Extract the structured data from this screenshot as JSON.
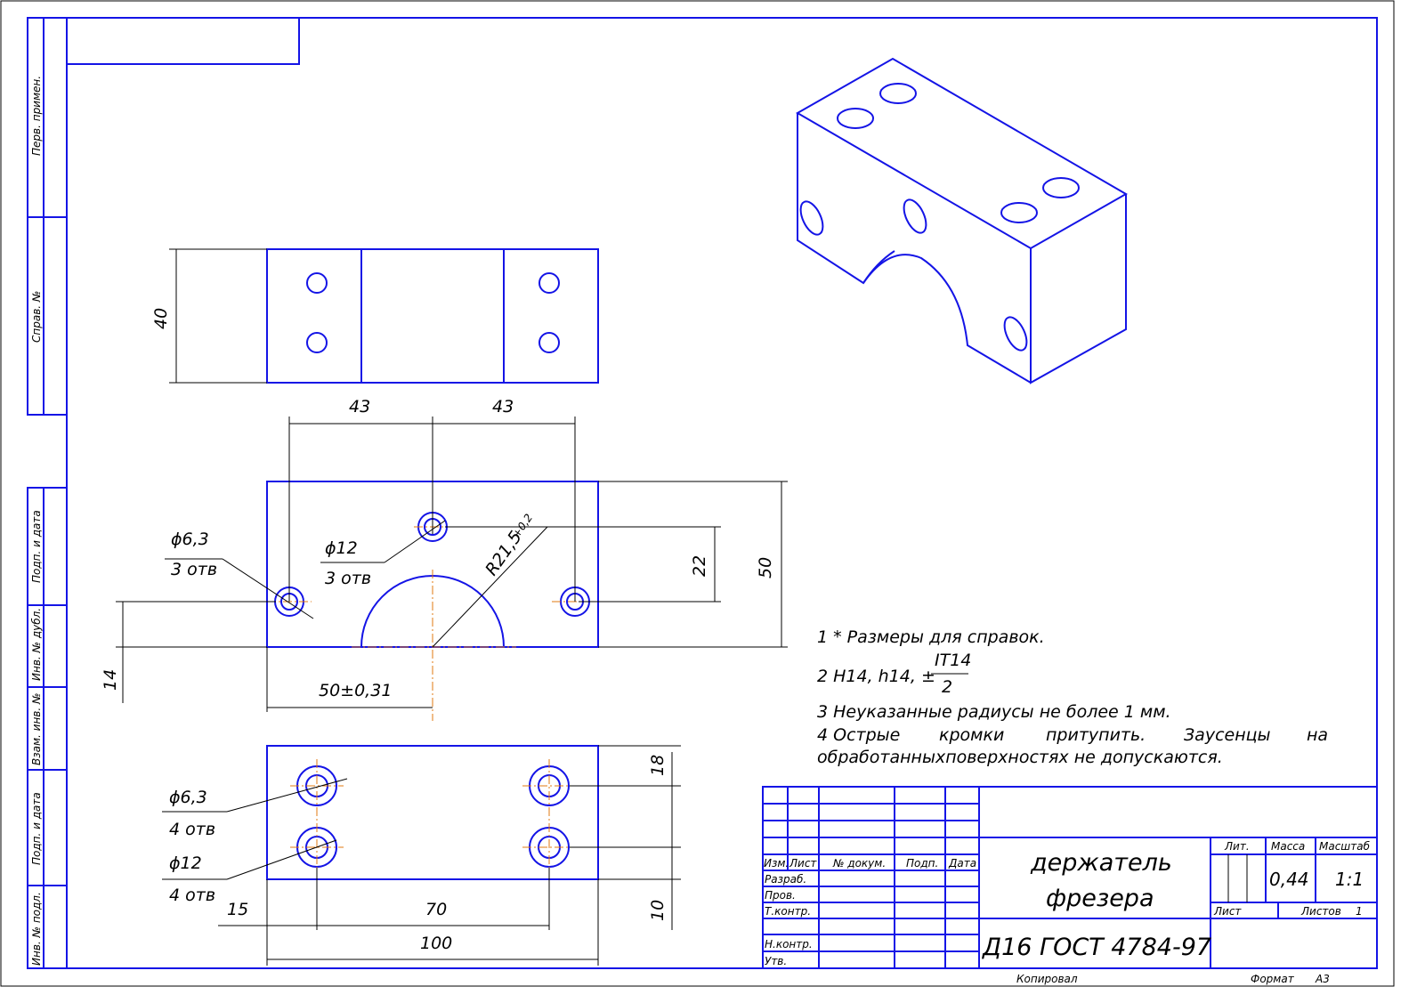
{
  "colors": {
    "line": "#1414e6",
    "center": "#e07a10",
    "text": "#000000"
  },
  "stamps": [
    "Перв. примен.",
    "Справ. №",
    "Подп. и дата",
    "Инв. № дубл.",
    "Взам. инв. №",
    "Подп. и дата",
    "Инв. № подл."
  ],
  "dims": {
    "top_height": "40",
    "spacing_left": "43",
    "spacing_right": "43",
    "hole_small": "ϕ6,3",
    "hole_small_qty": "3 отв",
    "hole_large": "ϕ12",
    "hole_large_qty": "3 отв",
    "radius": "R21,5",
    "radius_tol": "+0,2",
    "height": "50",
    "hole_offset": "22",
    "bottom_offset": "14",
    "center_pos": "50±0,31",
    "b_hole_small": "ϕ6,3",
    "b_hole_small_qty": "4 отв",
    "b_hole_large": "ϕ12",
    "b_hole_large_qty": "4 отв",
    "b_top": "18",
    "b_bottom": "10",
    "b_edge": "15",
    "b_span": "70",
    "b_total": "100"
  },
  "notes": {
    "n1": "1  * Размеры для справок.",
    "n2": "2 H14, h14, ±",
    "n2_num": "IT14",
    "n2_den": "2",
    "n3": "3  Неуказанные радиусы не более 1 мм.",
    "n4a": "4 Острые",
    "n4b": "кромки",
    "n4c": "притупить.",
    "n4d": "Заусенцы",
    "n4e": "на",
    "n4f": "обработанныхповерхностях не допускаются."
  },
  "title_block": {
    "col_izm": "Изм.",
    "col_list": "Лист",
    "col_doc": "№ докум.",
    "col_sign": "Подп.",
    "col_date": "Дата",
    "r_razrab": "Разраб.",
    "r_prov": "Пров.",
    "r_tkontr": "Т.контр.",
    "r_nkontr": "Н.контр.",
    "r_utv": "Утв.",
    "name1": "держатель",
    "name2": "фрезера",
    "material": "Д16  ГОСТ 4784-97",
    "lit": "Лит.",
    "mass": "Масса",
    "scale": "Масштаб",
    "mass_val": "0,44",
    "scale_val": "1:1",
    "sheet": "Лист",
    "sheets": "Листов",
    "sheets_val": "1"
  },
  "footer": {
    "copied": "Копировал",
    "format": "Формат",
    "format_val": "А3"
  }
}
